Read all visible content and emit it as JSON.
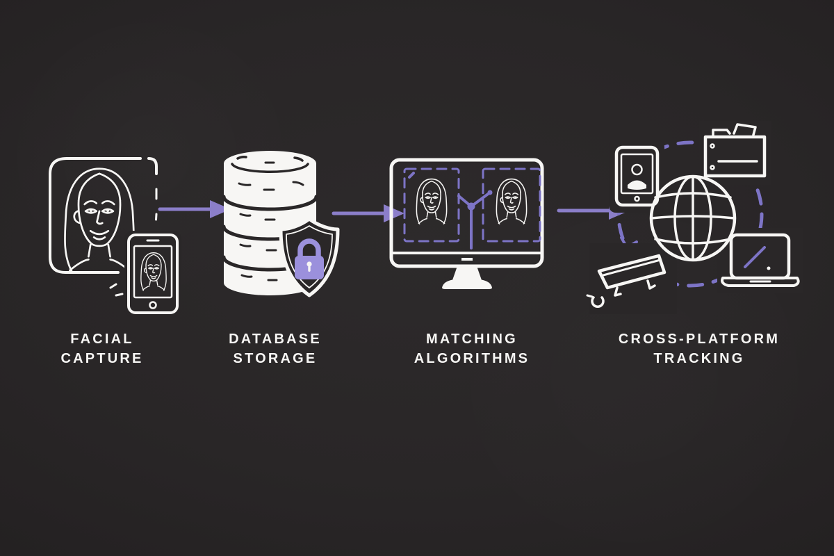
{
  "diagram": {
    "name": "facial-recognition-pipeline",
    "colors": {
      "bg": "#2a2728",
      "ink": "#f7f6f4",
      "accent": "#8b7ec9",
      "accent2": "#7d74c6",
      "lock": "#9b90dc"
    },
    "stages": [
      {
        "id": "facial-capture",
        "label_line1": "FACIAL",
        "label_line2": "CAPTURE",
        "icon": "face-scan-frame-phone-icon"
      },
      {
        "id": "database-storage",
        "label_line1": "DATABASE",
        "label_line2": "STORAGE",
        "icon": "database-shield-padlock-icon"
      },
      {
        "id": "matching-algorithms",
        "label_line1": "MATCHING",
        "label_line2": "ALGORITHMS",
        "icon": "monitor-face-comparison-icon"
      },
      {
        "id": "cross-platform-tracking",
        "label_line1": "CROSS-PLATFORM",
        "label_line2": "TRACKING",
        "icon": "globe-devices-orbit-icon"
      }
    ],
    "connectors": {
      "count": 3,
      "style": "right-arrow",
      "color": "#8b7ec9"
    }
  }
}
